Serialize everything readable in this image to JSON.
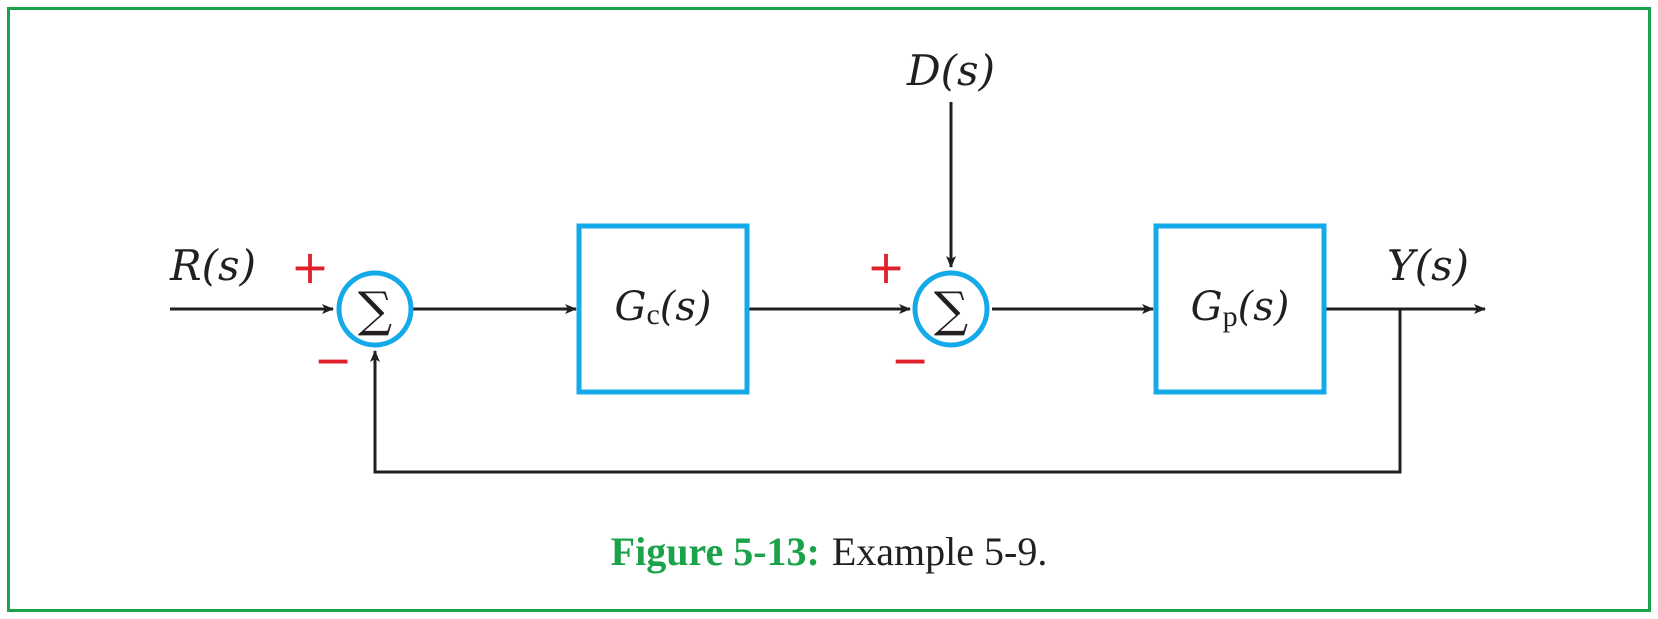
{
  "signals": {
    "input": "R(s)",
    "disturbance": "D(s)",
    "output": "Y(s)"
  },
  "blocks": {
    "controller": {
      "main": "G",
      "sub": "c",
      "arg": "(s)"
    },
    "plant": {
      "main": "G",
      "sub": "p",
      "arg": "(s)"
    }
  },
  "summing_junctions": {
    "symbol": "∑",
    "sj1": {
      "plus": "+",
      "minus": "−"
    },
    "sj2": {
      "plus": "+",
      "minus": "−"
    }
  },
  "caption": {
    "label": "Figure 5-13:",
    "text": "Example 5-9."
  },
  "colors": {
    "frame": "#1aa34a",
    "block": "#14a9e8",
    "sign": "#e0202a",
    "line": "#231f20"
  }
}
